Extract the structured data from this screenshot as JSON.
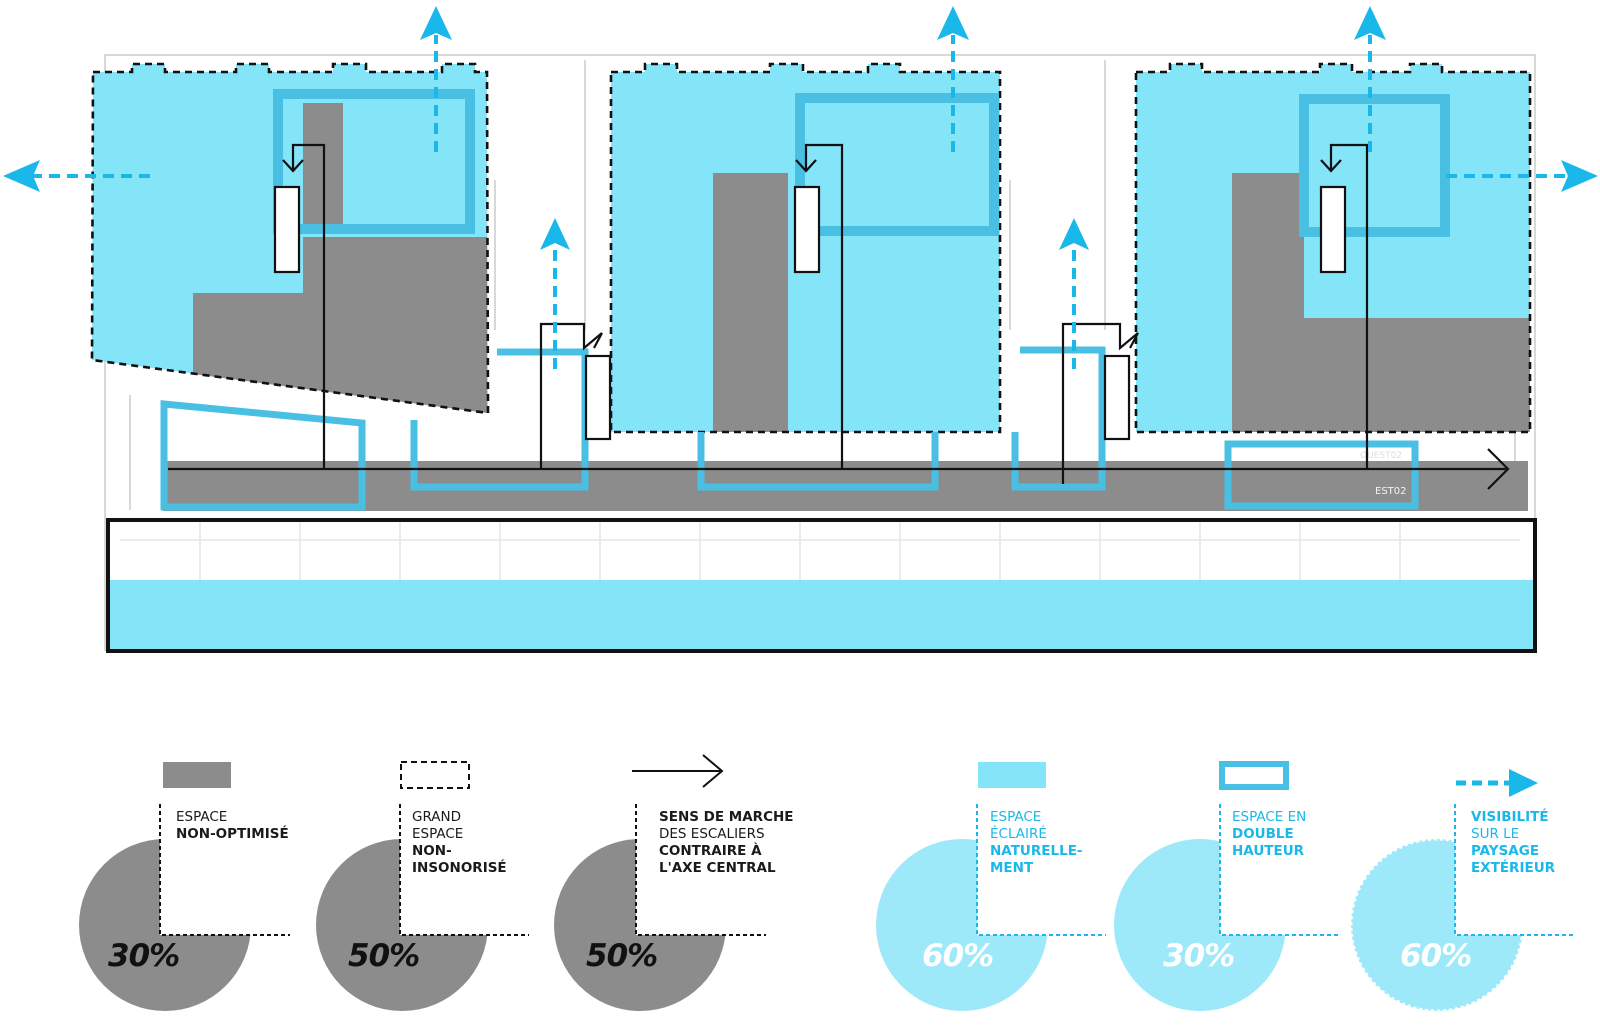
{
  "colors": {
    "cyan_fill": "#84e4f8",
    "cyan_frame": "#49bfe4",
    "cyan_arrow": "#1ab8ea",
    "grey": "#8c8c8c",
    "black": "#111111"
  },
  "legend": [
    {
      "key": "espace-non-optimise",
      "symbol": "grey-rect",
      "lines": [
        {
          "text": "ESPACE",
          "bold": false
        },
        {
          "text": "NON-OPTIMISÉ",
          "bold": true
        }
      ],
      "percent": "30%",
      "value": 30,
      "tone": "dark"
    },
    {
      "key": "grand-espace-non-insonorise",
      "symbol": "dashed-rect",
      "lines": [
        {
          "text": "GRAND",
          "bold": false
        },
        {
          "text": "ESPACE",
          "bold": false
        },
        {
          "text": "NON-",
          "bold": true
        },
        {
          "text": "INSONORISÉ",
          "bold": true
        }
      ],
      "percent": "50%",
      "value": 50,
      "tone": "dark"
    },
    {
      "key": "sens-de-marche",
      "symbol": "black-arrow",
      "lines": [
        {
          "text": "SENS DE MARCHE",
          "bold": true
        },
        {
          "text": "DES ESCALIERS",
          "bold": false
        },
        {
          "text": "CONTRAIRE À",
          "bold": true
        },
        {
          "text": "L'AXE CENTRAL",
          "bold": true
        }
      ],
      "percent": "50%",
      "value": 50,
      "tone": "dark"
    },
    {
      "key": "espace-eclaire",
      "symbol": "cyan-rect",
      "lines": [
        {
          "text": "ESPACE",
          "bold": false
        },
        {
          "text": "ÉCLAIRÉ",
          "bold": false
        },
        {
          "text": "NATURELLE-",
          "bold": true
        },
        {
          "text": "MENT",
          "bold": true
        }
      ],
      "percent": "60%",
      "value": 60,
      "tone": "cyan"
    },
    {
      "key": "double-hauteur",
      "symbol": "cyan-frame",
      "lines": [
        {
          "text": "ESPACE EN",
          "bold": false
        },
        {
          "text": "DOUBLE",
          "bold": true
        },
        {
          "text": "HAUTEUR",
          "bold": true
        }
      ],
      "percent": "30%",
      "value": 30,
      "tone": "cyan"
    },
    {
      "key": "visibilite",
      "symbol": "cyan-dashed-arrow",
      "lines": [
        {
          "text": "VISIBILITÉ",
          "bold": true
        },
        {
          "text": "SUR LE",
          "bold": false
        },
        {
          "text": "PAYSAGE",
          "bold": true
        },
        {
          "text": "EXTÉRIEUR",
          "bold": true
        }
      ],
      "percent": "60%",
      "value": 60,
      "tone": "cyan"
    }
  ],
  "plan_labels": {
    "corridor_code": "EST02",
    "corridor_code_b": "OUEST02"
  }
}
